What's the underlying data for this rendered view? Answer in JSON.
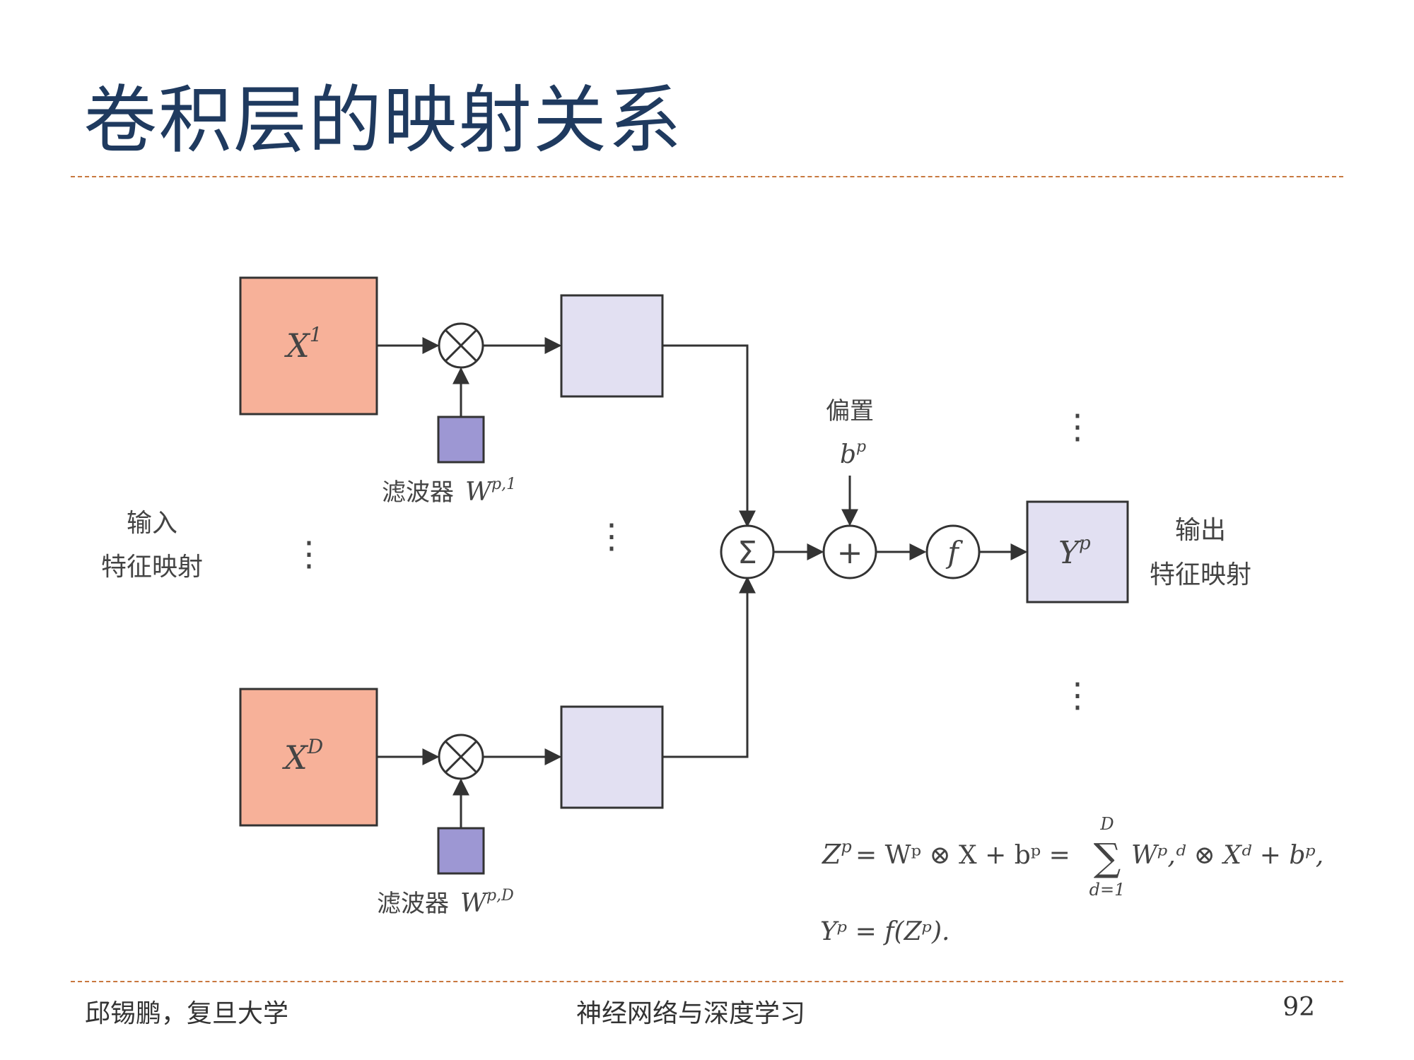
{
  "slide": {
    "title": "卷积层的映射关系",
    "footer_left": "邱锡鹏，复旦大学",
    "footer_center": "神经网络与深度学习",
    "page_number": "92"
  },
  "diagram": {
    "input_top": {
      "base": "X",
      "sup": "1"
    },
    "input_bottom": {
      "base": "X",
      "sup": "D"
    },
    "filter_top": {
      "text": "滤波器",
      "base": "W",
      "sup": "p,1"
    },
    "filter_bottom": {
      "text": "滤波器",
      "base": "W",
      "sup": "p,D"
    },
    "input_label_line1": "输入",
    "input_label_line2": "特征映射",
    "bias_label": "偏置",
    "bias_symbol": {
      "base": "b",
      "sup": "p"
    },
    "sum_symbol": "Σ",
    "plus_symbol": "+",
    "activation_symbol": "f",
    "output": {
      "base": "Y",
      "sup": "p"
    },
    "output_label_line1": "输出",
    "output_label_line2": "特征映射",
    "vdots": "⋮",
    "colors": {
      "input_fill": "#f7b199",
      "filter_fill": "#9d97d3",
      "feature_fill": "#e2e0f2",
      "stroke": "#333333",
      "title": "#1f3a5f",
      "rule": "#c8783f"
    }
  },
  "equations": {
    "eq1_lhs": {
      "base": "Z",
      "sup": "p"
    },
    "eq1_mid": "= Wᵖ ⊗ X + bᵖ =",
    "eq1_sum_top": "D",
    "eq1_sum_bottom": "d=1",
    "eq1_rhs": "Wᵖ,ᵈ ⊗ Xᵈ + bᵖ,",
    "eq2": "Yᵖ = f(Zᵖ)."
  }
}
